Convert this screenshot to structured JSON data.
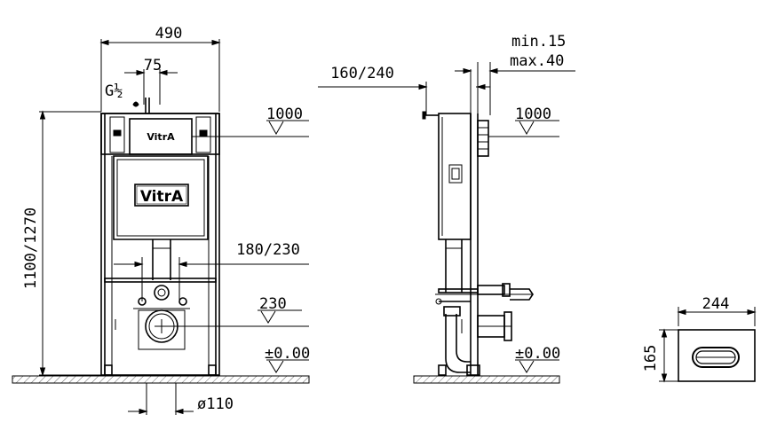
{
  "front_view": {
    "width_label": "490",
    "offset_label": "75",
    "thread_label": "G½",
    "height_label": "1100/1270",
    "level_1000_label": "1000",
    "spacing_label": "180/230",
    "level_230_label": "230",
    "level_000_label": "±0.00",
    "drain_label": "ø110",
    "brand_small": "VitrA",
    "brand_large": "VitrA"
  },
  "side_view": {
    "depth_label": "160/240",
    "min_label": "min.15",
    "max_label": "max.40",
    "level_1000_label": "1000",
    "level_000_label": "±0.00"
  },
  "flush_plate": {
    "width_label": "244",
    "height_label": "165"
  }
}
